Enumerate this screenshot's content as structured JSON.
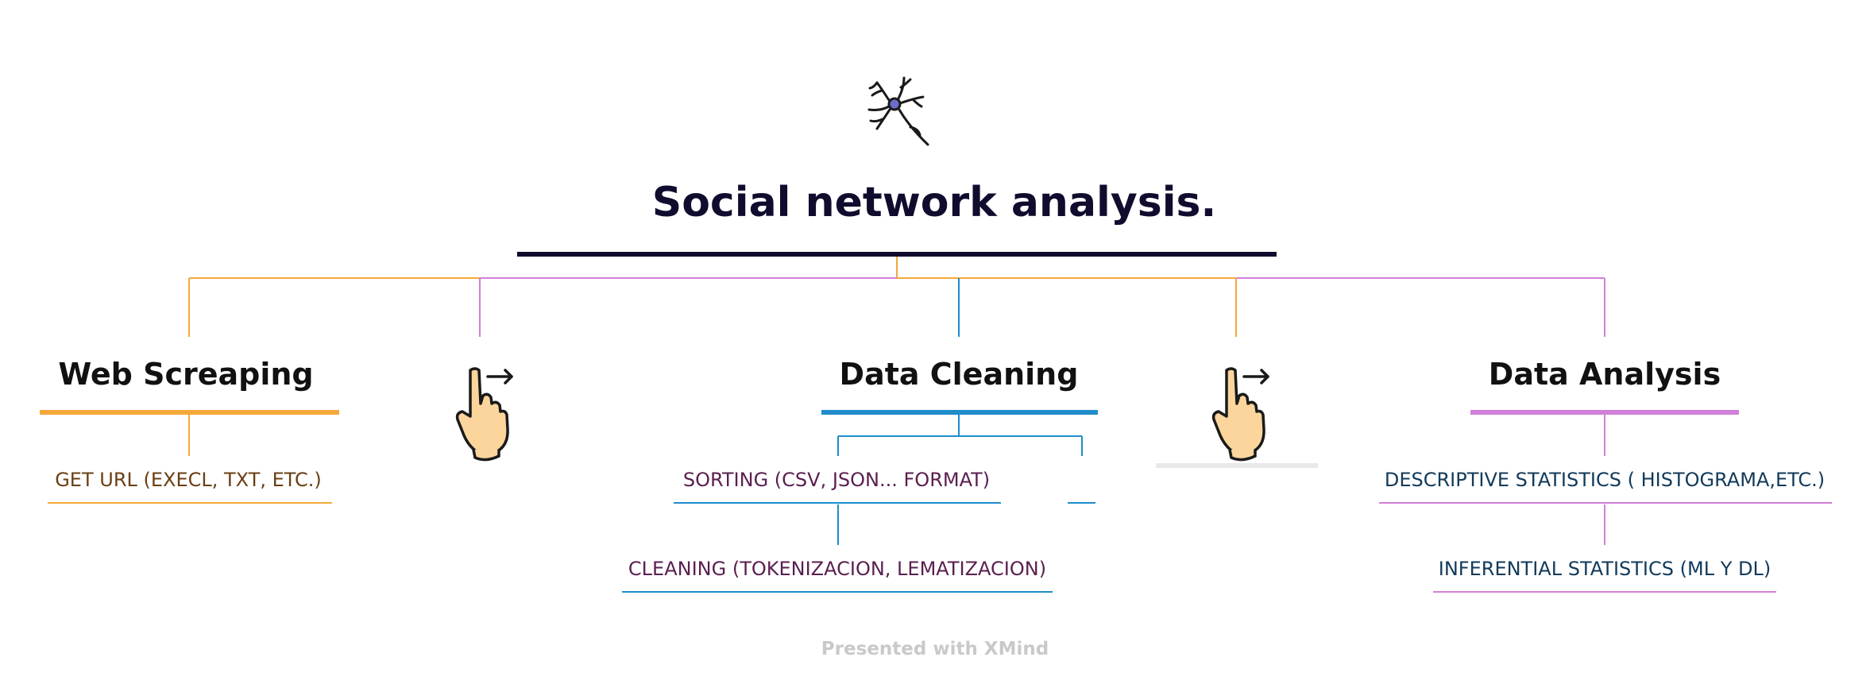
{
  "root": {
    "title": "Social network analysis.",
    "icon": "neuron-icon"
  },
  "colors": {
    "orange": "#f5a83a",
    "blue": "#1f8dcb",
    "violet": "#d27fd9",
    "navy": "#0f0c2e",
    "grey": "#e8e8e8"
  },
  "branches": {
    "web_scraping": {
      "label": "Web Screaping",
      "leaves": [
        "GET URL (EXECL, TXT, ETC.)"
      ]
    },
    "data_cleaning": {
      "label": "Data Cleaning",
      "leaves": [
        "SORTING (CSV, JSON... FORMAT)",
        "CLEANING (TOKENIZACION, LEMATIZACION)"
      ]
    },
    "data_analysis": {
      "label": "Data Analysis",
      "leaves": [
        "DESCRIPTIVE STATISTICS ( HISTOGRAMA,ETC.)",
        "INFERENTIAL STATISTICS (ML Y DL)"
      ]
    },
    "arrow_1": {
      "icon": "pointing-hand-arrow-icon"
    },
    "arrow_2": {
      "icon": "pointing-hand-arrow-icon"
    }
  },
  "footer": {
    "credit": "Presented with XMind"
  }
}
